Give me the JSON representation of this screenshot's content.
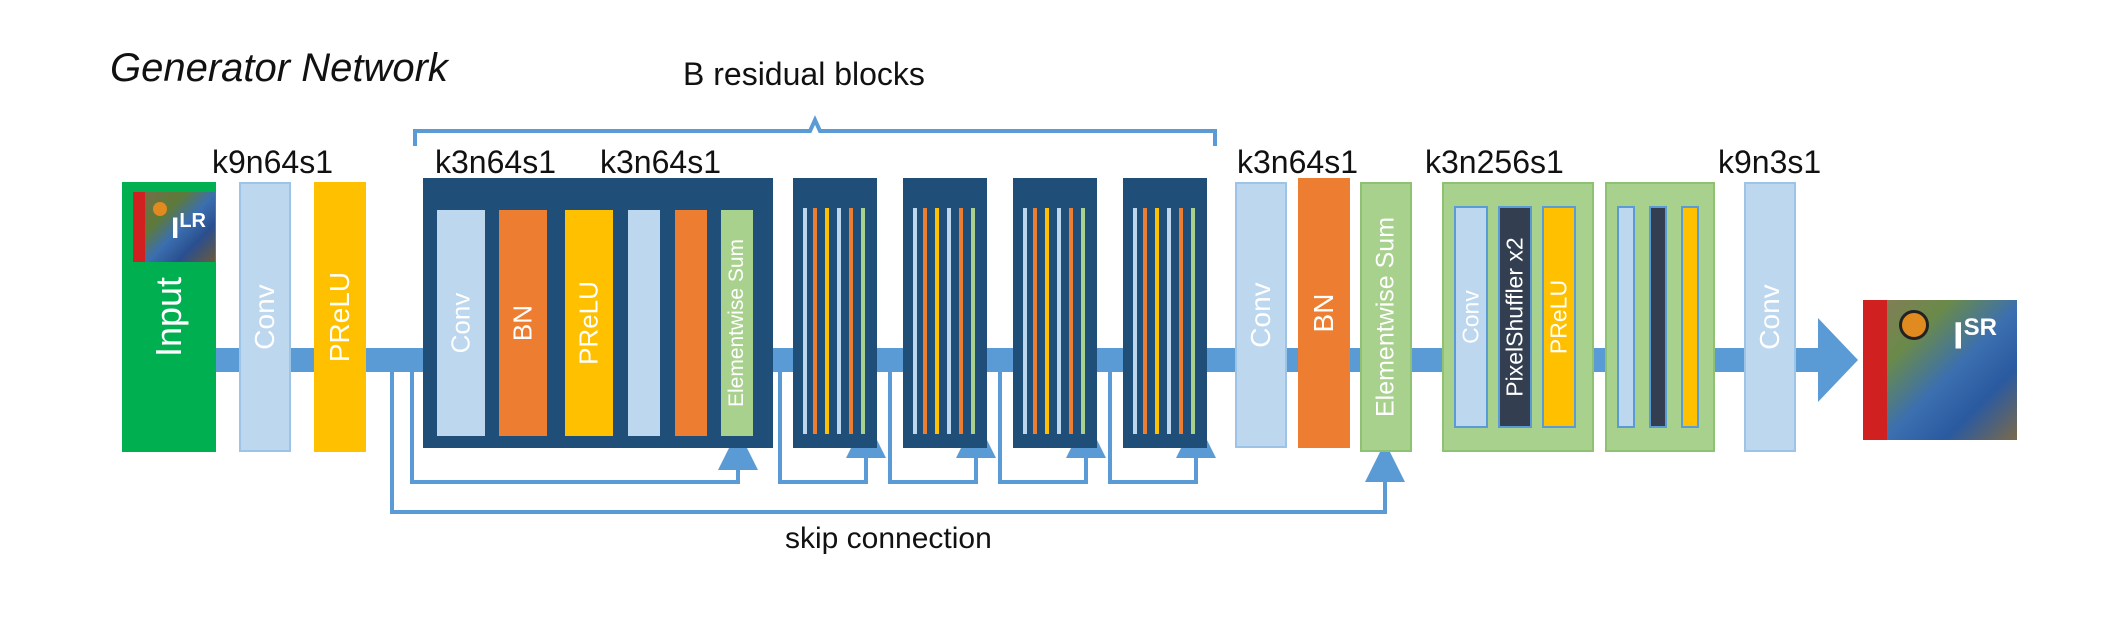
{
  "title": "Generator Network",
  "brace_label": "B residual blocks",
  "skip_label": "skip connection",
  "kernel_labels": {
    "first_conv": "k9n64s1",
    "res_conv1": "k3n64s1",
    "res_conv2": "k3n64s1",
    "post_conv": "k3n64s1",
    "upsample_conv": "k3n256s1",
    "final_conv": "k9n3s1"
  },
  "blocks": {
    "input": "Input",
    "conv": "Conv",
    "prelu": "PReLU",
    "bn": "BN",
    "elementwise_sum": "Elementwise Sum",
    "pixel_shuffler": "PixelShuffler x2"
  },
  "images": {
    "lr_label": "I",
    "lr_superscript": "LR",
    "sr_label": "I",
    "sr_superscript": "SR"
  },
  "colors": {
    "input_green": "#00b050",
    "conv_lightblue": "#bdd7ee",
    "prelu_yellow": "#ffc000",
    "bn_orange": "#ed7d31",
    "residual_navy": "#1f4e79",
    "sum_lightgreen": "#a9d18e",
    "arrow_blue": "#5b9bd5",
    "shuffler_dark": "#333f50"
  }
}
